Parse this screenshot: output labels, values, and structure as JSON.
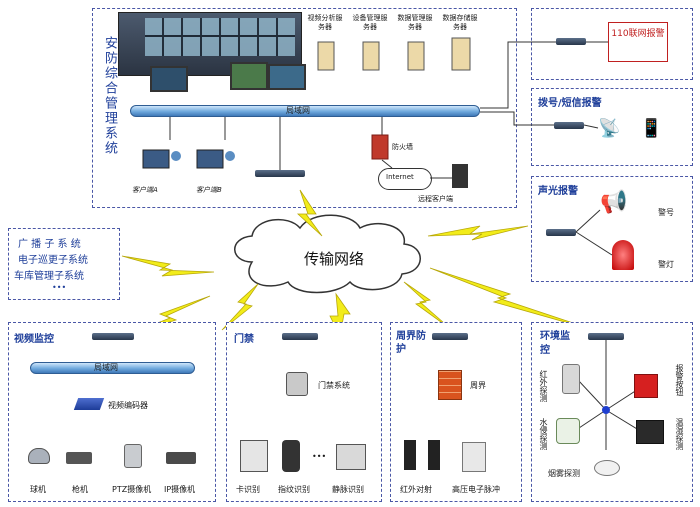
{
  "security_system": {
    "title": "安防综合管理系统",
    "servers": [
      "视频分析服务器",
      "设备管理服务器",
      "数据管理服务器",
      "数据存储服务器"
    ],
    "lan_label": "局域网",
    "clients": [
      "客户端A",
      "客户端B"
    ],
    "firewall": "防火墙",
    "internet": "Internet",
    "remote_client": "远程客户端"
  },
  "alarm_110": {
    "label": "110联网报警"
  },
  "sms_alarm": {
    "title": "拨号/短信报警"
  },
  "sound_light_alarm": {
    "title": "声光报警",
    "devices": [
      "警号",
      "警灯"
    ]
  },
  "side_systems": {
    "lines": [
      "广 播 子 系 统",
      "电子巡更子系统",
      "车库管理子系统"
    ],
    "more": "•••"
  },
  "transmission": {
    "label": "传输网络"
  },
  "video": {
    "title": "视频监控",
    "lan_label": "局域网",
    "encoder": "视频编码器",
    "cameras": [
      "球机",
      "枪机",
      "PTZ摄像机",
      "IP摄像机"
    ]
  },
  "access": {
    "title": "门禁",
    "system": "门禁系统",
    "devices": [
      "卡识别",
      "指纹识别",
      "静脉识别"
    ],
    "ellipsis": "•••"
  },
  "perimeter": {
    "title": "周界防护",
    "label": "周界",
    "devices": [
      "红外对射",
      "高压电子脉冲"
    ]
  },
  "environment": {
    "title": "环境监控",
    "sensors": [
      "红外探测",
      "水侵探测",
      "报警按钮",
      "温湿探测",
      "烟雾探测"
    ]
  },
  "colors": {
    "border": "#4a57a6",
    "lightning": "#f2ec1a",
    "bus": "#6fa9dd",
    "title": "#1f3f9a"
  }
}
